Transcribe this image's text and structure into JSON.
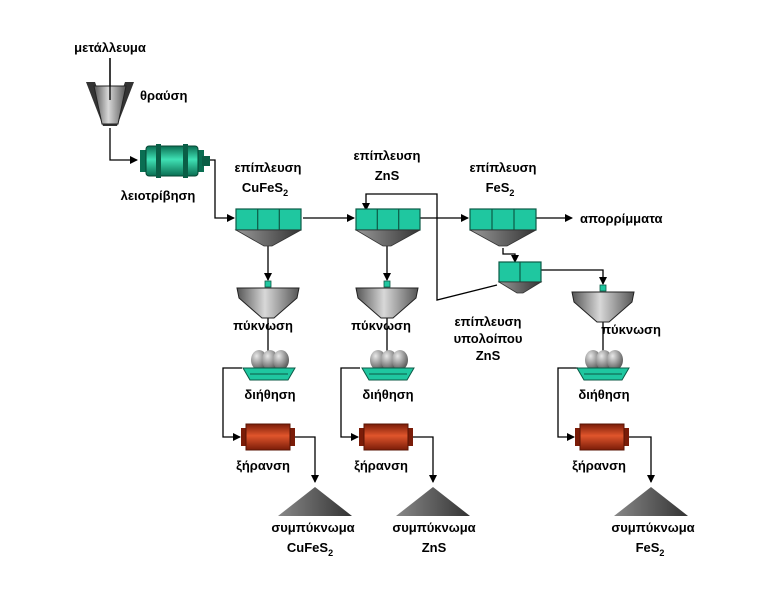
{
  "labels": {
    "ore": "μετάλλευμα",
    "crushing": "θραύση",
    "grinding": "λειοτρίβηση",
    "flot_cufes2": {
      "line1": "επίπλευση",
      "line2a": "CuFeS",
      "sub": "2"
    },
    "flot_zns": {
      "line1": "επίπλευση",
      "line2": "ZnS"
    },
    "flot_fes2": {
      "line1": "επίπλευση",
      "line2a": "FeS",
      "sub": "2"
    },
    "tailings": "απορρίμματα",
    "thickening": "πύκνωση",
    "filtration": "διήθηση",
    "drying": "ξήρανση",
    "flot_residual": {
      "line1": "επίπλευση",
      "line2": "υπολοίπου",
      "line3": "ZnS"
    },
    "conc_cufes2": {
      "line1": "συμπύκνωμα",
      "line2a": "CuFeS",
      "sub": "2"
    },
    "conc_zns": {
      "line1": "συμπύκνωμα",
      "line2": "ZnS"
    },
    "conc_fes2": {
      "line1": "συμπύκνωμα",
      "line2a": "FeS",
      "sub": "2"
    }
  },
  "colors": {
    "flotation": "#1fc7a0",
    "dryer": "#c83a1c",
    "grey": "#8c8c8c",
    "dark": "#444444"
  }
}
